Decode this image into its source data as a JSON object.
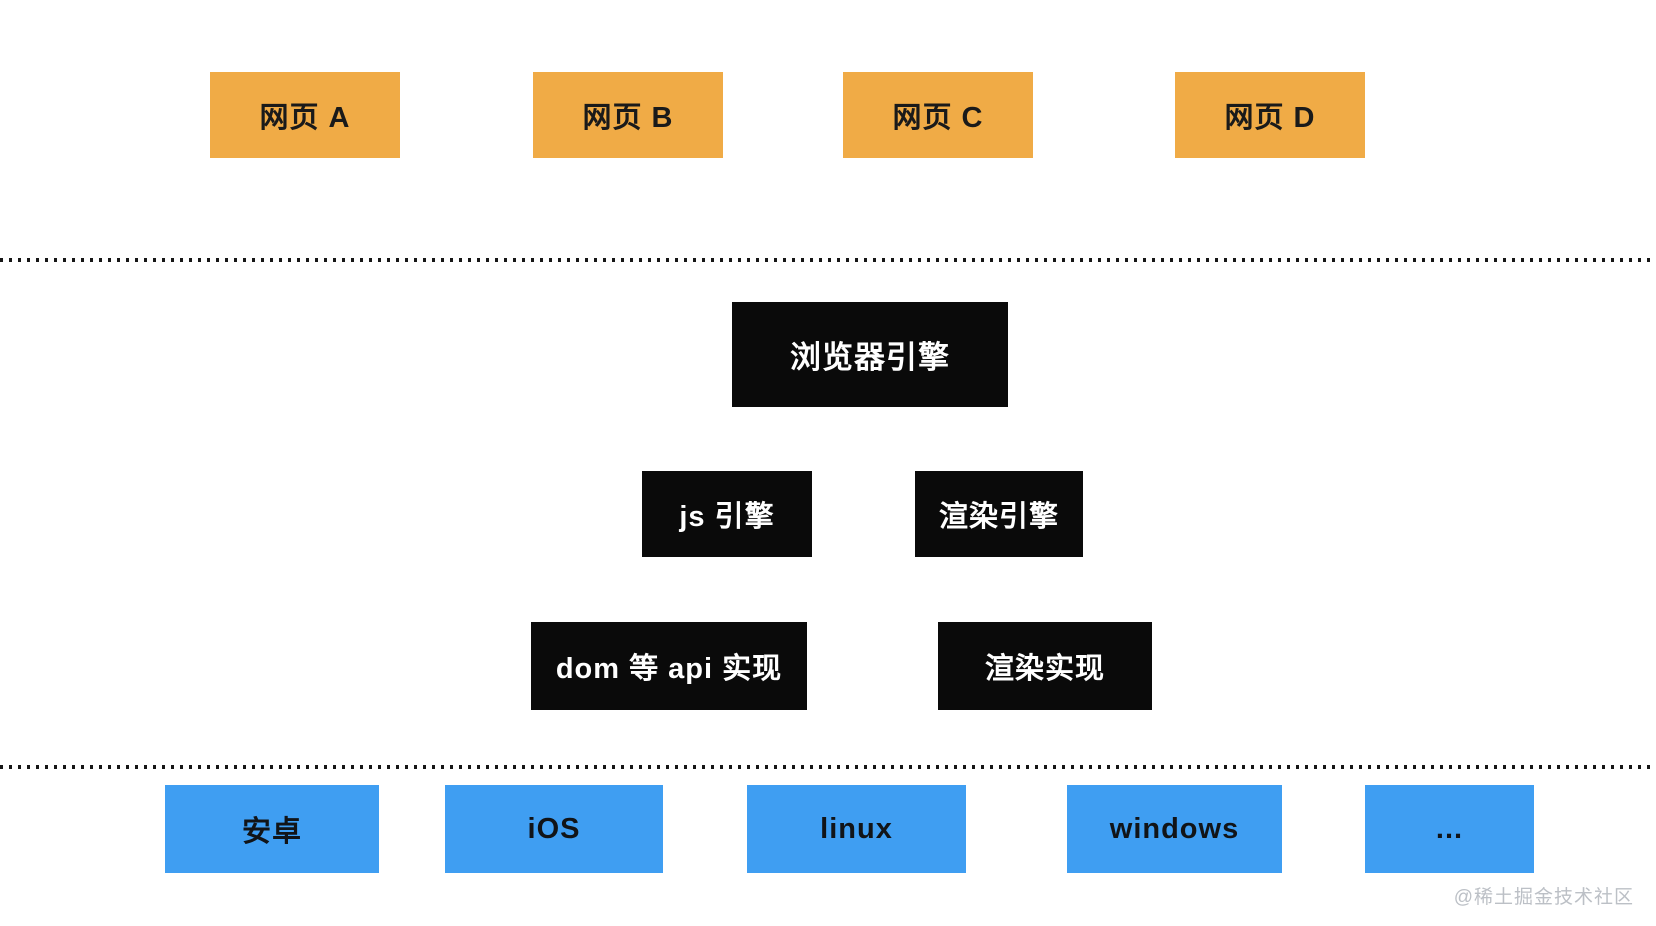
{
  "diagram": {
    "webpages": {
      "items": [
        {
          "label": "网页 A"
        },
        {
          "label": "网页 B"
        },
        {
          "label": "网页 C"
        },
        {
          "label": "网页 D"
        }
      ],
      "box_color": "#F0AB46",
      "text_color": "#1A1A1A"
    },
    "browser_engine": {
      "label": "浏览器引擎"
    },
    "engine_row": {
      "items": [
        {
          "label": "js 引擎"
        },
        {
          "label": "渲染引擎"
        }
      ]
    },
    "impl_row": {
      "items": [
        {
          "label": "dom 等 api 实现"
        },
        {
          "label": "渲染实现"
        }
      ]
    },
    "platforms": {
      "items": [
        {
          "label": "安卓"
        },
        {
          "label": "iOS"
        },
        {
          "label": "linux"
        },
        {
          "label": "windows"
        },
        {
          "label": "..."
        }
      ],
      "box_color": "#3F9EF2",
      "text_color": "#111418"
    },
    "engine_box_color": "#0A0A0A",
    "engine_text_color": "#FFFFFF",
    "separator_color": "#161616",
    "watermark": {
      "label": "@稀土掘金技术社区",
      "color": "#BCC0C6"
    }
  }
}
